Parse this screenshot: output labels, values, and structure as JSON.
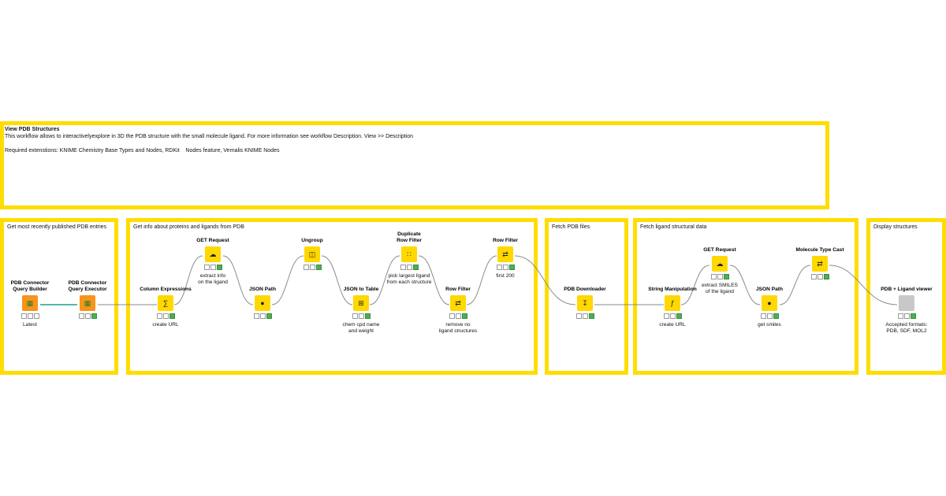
{
  "description": {
    "title": "View PDB Structures",
    "line1": "This workflow allows to interactivelyexplore in 3D the PDB structure with the small molecule ligand. For more information see workflow Description. View >> Description",
    "line2": "Required extenstions: KNIME Chemistry Base Types and Nodes, RDKit    Nodes feature, Vernalis KNIME Nodes"
  },
  "annotations": [
    {
      "id": "a1",
      "title": "Get most recently published PDB entries"
    },
    {
      "id": "a2",
      "title": "Get info about proteins and ligands from PDB"
    },
    {
      "id": "a3",
      "title": "Fetch PDB files"
    },
    {
      "id": "a4",
      "title": "Fetch ligand structural data"
    },
    {
      "id": "a5",
      "title": "Display structures"
    }
  ],
  "nodes": [
    {
      "id": "n1",
      "name": "PDB Connector\nQuery Builder",
      "comment": "Latest",
      "color": "#f7941d",
      "icon": "puzzle-icon"
    },
    {
      "id": "n2",
      "name": "PDB Connector\nQuery Executor",
      "comment": "",
      "color": "#f7941d",
      "icon": "puzzle-icon"
    },
    {
      "id": "n3",
      "name": "Column Expressions",
      "comment": "create URL",
      "color": "#ffd800",
      "icon": "expression-icon"
    },
    {
      "id": "n4",
      "name": "GET Request",
      "comment": "extract info\non the ligand",
      "color": "#ffd800",
      "icon": "cloud-icon"
    },
    {
      "id": "n5",
      "name": "JSON Path",
      "comment": "",
      "color": "#ffd800",
      "icon": "magnifier-icon"
    },
    {
      "id": "n6",
      "name": "Ungroup",
      "comment": "",
      "color": "#ffd800",
      "icon": "ungroup-icon"
    },
    {
      "id": "n7",
      "name": "JSON to Table",
      "comment": "chem cpd name\nand weight",
      "color": "#ffd800",
      "icon": "json-table-icon"
    },
    {
      "id": "n8",
      "name": "Duplicate\nRow Filter",
      "comment": "pick largest ligand\nfrom each structure",
      "color": "#ffd800",
      "icon": "duplicate-icon"
    },
    {
      "id": "n9",
      "name": "Row Filter",
      "comment": "remove no\nligand structures",
      "color": "#ffd800",
      "icon": "filter-icon"
    },
    {
      "id": "n10",
      "name": "Row Filter",
      "comment": "first 200",
      "color": "#ffd800",
      "icon": "filter-icon"
    },
    {
      "id": "n11",
      "name": "PDB Downloader",
      "comment": "",
      "color": "#ffd800",
      "icon": "download-icon"
    },
    {
      "id": "n12",
      "name": "String Manipulation",
      "comment": "create URL",
      "color": "#ffd800",
      "icon": "string-icon"
    },
    {
      "id": "n13",
      "name": "GET Request",
      "comment": "extract SMILES\nof the ligand",
      "color": "#ffd800",
      "icon": "cloud-icon"
    },
    {
      "id": "n14",
      "name": "JSON Path",
      "comment": "get smiles",
      "color": "#ffd800",
      "icon": "magnifier-icon"
    },
    {
      "id": "n15",
      "name": "Molecule Type Cast",
      "comment": "",
      "color": "#ffd800",
      "icon": "cast-icon"
    },
    {
      "id": "n16",
      "name": "PDB + Ligand viewer",
      "comment": "Accepted formats:\nPDB, SDF, MOL2",
      "color": "#c8c8c8",
      "icon": "viewer-icon"
    }
  ]
}
